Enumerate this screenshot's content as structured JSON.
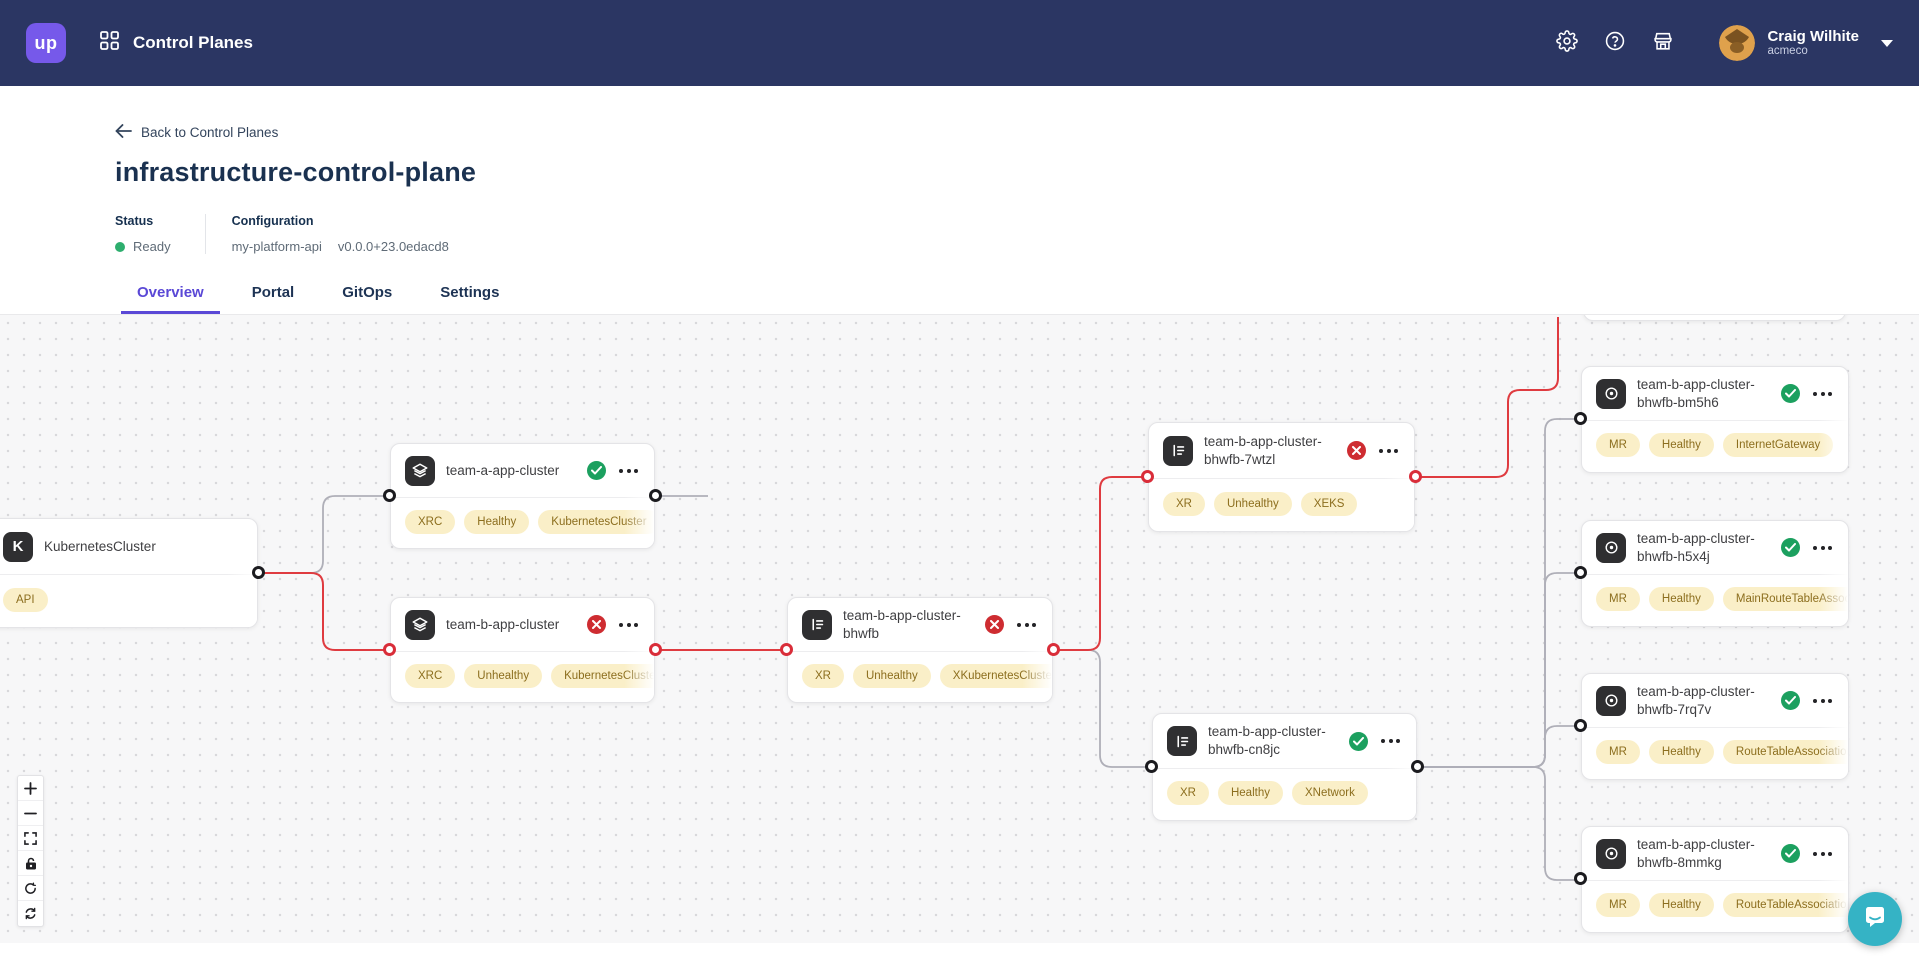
{
  "navbar": {
    "logo_text": "up",
    "app_title": "Control Planes",
    "icons": [
      "grid-icon",
      "gear-icon",
      "help-icon",
      "marketplace-icon"
    ],
    "user": {
      "name": "Craig Wilhite",
      "org": "acmeco"
    }
  },
  "header": {
    "back_link": "Back to Control Planes",
    "title": "infrastructure-control-plane",
    "status_label": "Status",
    "status_value": "Ready",
    "status_color": "#2EAE6E",
    "config_label": "Configuration",
    "config_name": "my-platform-api",
    "config_version": "v0.0.0+23.0edacd8"
  },
  "tabs": [
    "Overview",
    "Portal",
    "GitOps",
    "Settings"
  ],
  "active_tab": "Overview",
  "accent_color": "#5A48D6",
  "canvas": {
    "nodes": [
      {
        "title": "KubernetesCluster",
        "icon": "kubernetes-icon",
        "status": "none",
        "badges": [
          "API"
        ]
      },
      {
        "title": "team-a-app-cluster",
        "icon": "layers-icon",
        "status": "healthy",
        "badges": [
          "XRC",
          "Healthy",
          "KubernetesCluster"
        ]
      },
      {
        "title": "team-b-app-cluster",
        "icon": "layers-icon",
        "status": "error",
        "badges": [
          "XRC",
          "Unhealthy",
          "KubernetesCluster"
        ]
      },
      {
        "title": "team-b-app-cluster-bhwfb",
        "icon": "composite-icon",
        "status": "error",
        "badges": [
          "XR",
          "Unhealthy",
          "XKubernetesCluster"
        ]
      },
      {
        "title": "team-b-app-cluster-bhwfb-7wtzl",
        "icon": "composite-icon",
        "status": "error",
        "badges": [
          "XR",
          "Unhealthy",
          "XEKS"
        ]
      },
      {
        "title": "team-b-app-cluster-bhwfb-cn8jc",
        "icon": "composite-icon",
        "status": "healthy",
        "badges": [
          "XR",
          "Healthy",
          "XNetwork"
        ]
      },
      {
        "title": "team-b-app-cluster-bhwfb-bm5h6",
        "icon": "managed-resource-icon",
        "status": "healthy",
        "badges": [
          "MR",
          "Healthy",
          "InternetGateway"
        ]
      },
      {
        "title": "team-b-app-cluster-bhwfb-h5x4j",
        "icon": "managed-resource-icon",
        "status": "healthy",
        "badges": [
          "MR",
          "Healthy",
          "MainRouteTableAssociation"
        ]
      },
      {
        "title": "team-b-app-cluster-bhwfb-7rq7v",
        "icon": "managed-resource-icon",
        "status": "healthy",
        "badges": [
          "MR",
          "Healthy",
          "RouteTableAssociation"
        ]
      },
      {
        "title": "team-b-app-cluster-bhwfb-8mmkg",
        "icon": "managed-resource-icon",
        "status": "healthy",
        "badges": [
          "MR",
          "Healthy",
          "RouteTableAssociation"
        ]
      }
    ],
    "edge_colors": {
      "healthy": "#AFAFB8",
      "error": "#DF3B40"
    },
    "controls": [
      "zoom-in",
      "zoom-out",
      "fit-view",
      "lock",
      "rotate",
      "refresh"
    ]
  }
}
